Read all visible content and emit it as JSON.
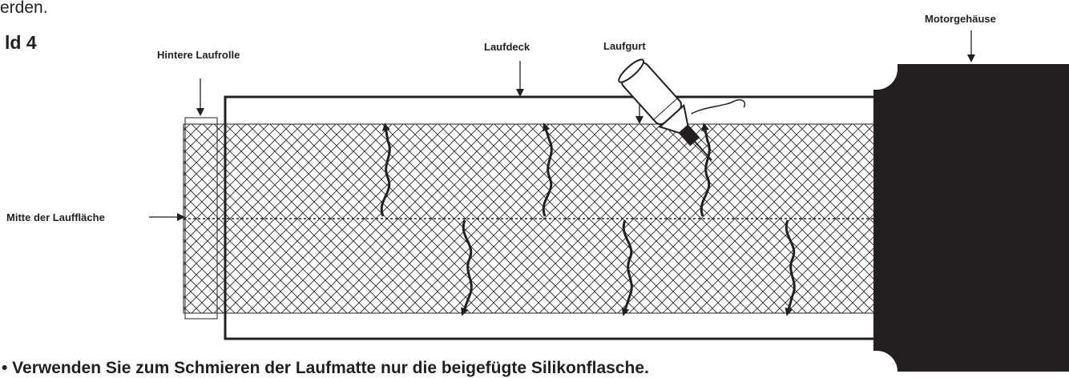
{
  "page_top_text": "erden.",
  "figure_id": "ld 4",
  "labels": {
    "rear_roller": "Hintere Laufrolle",
    "deck": "Laufdeck",
    "belt": "Laufgurt",
    "motor_housing": "Motorgehäuse",
    "belt_center": "Mitte der Lauffläche"
  },
  "bottom_note": "•  Verwenden Sie zum Schmieren der Laufmatte nur die beigefügte Silikonflasche.",
  "colors": {
    "ink": "#231f20",
    "motor_housing_fill": "#231f20",
    "background": "#ffffff"
  },
  "icons": [
    "silicone-bottle-icon",
    "arrow-down-icon",
    "arrow-right-icon",
    "wavy-arrow-up-icon",
    "wavy-arrow-down-icon"
  ]
}
